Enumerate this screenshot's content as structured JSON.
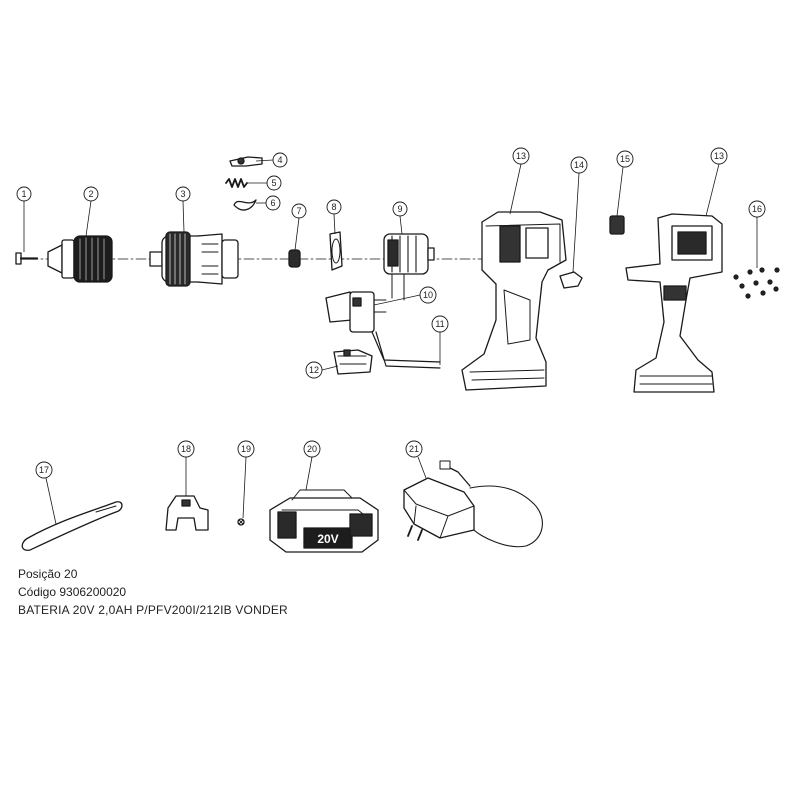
{
  "callouts": [
    "1",
    "2",
    "3",
    "4",
    "5",
    "6",
    "7",
    "8",
    "9",
    "10",
    "11",
    "12",
    "13",
    "14",
    "15",
    "13",
    "16",
    "17",
    "18",
    "19",
    "20",
    "21"
  ],
  "battery_label": "20V",
  "caption": {
    "position": "Posição 20",
    "code": "Código 9306200020",
    "description": "BATERIA 20V  2,0AH  P/PFV200I/212IB  VONDER"
  }
}
